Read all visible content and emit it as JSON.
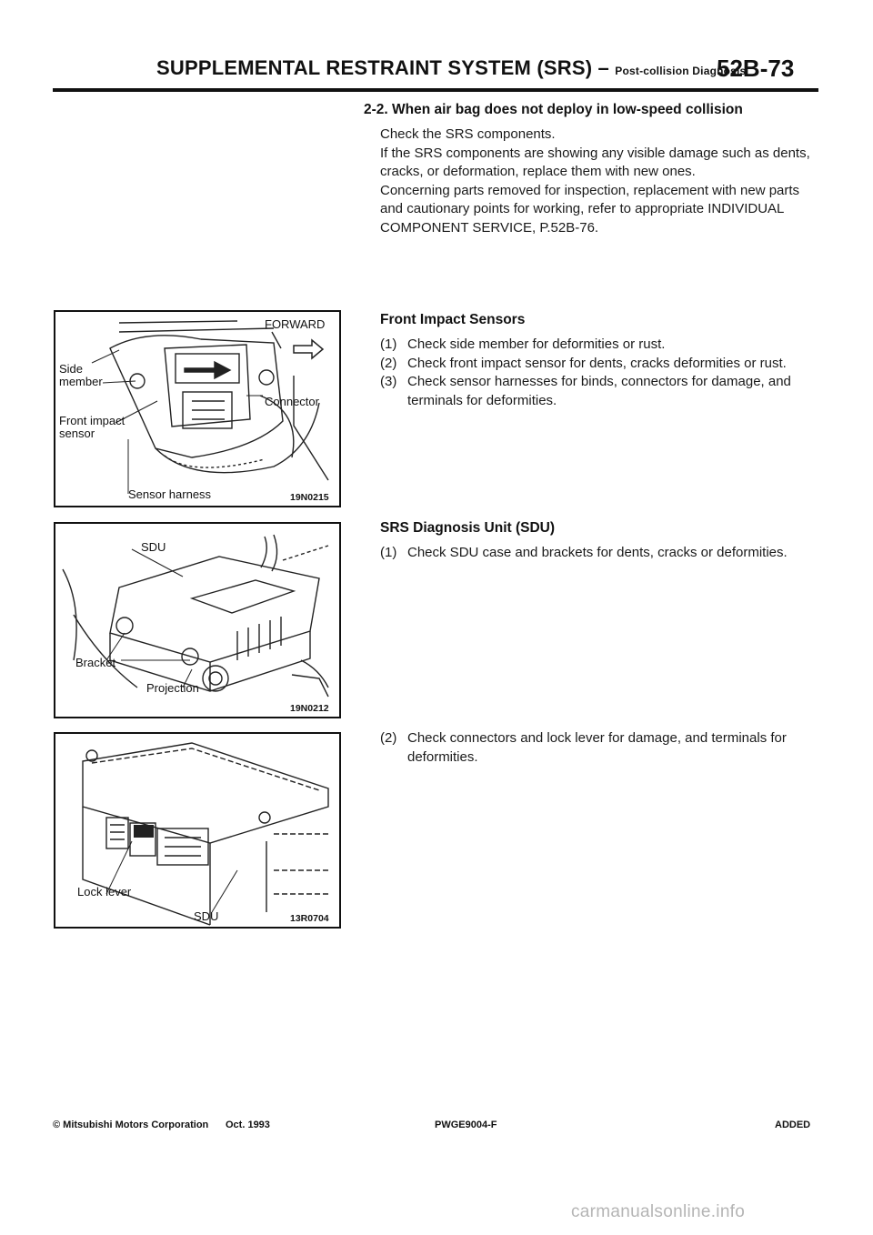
{
  "header": {
    "title": "SUPPLEMENTAL RESTRAINT SYSTEM (SRS) –",
    "subtitle": "Post-collision Diagnosis",
    "page_number": "52B-73"
  },
  "section": {
    "heading": "2-2.  When air bag does not deploy in low-speed collision",
    "paragraphs": [
      "Check the SRS components.",
      "If the SRS components are showing any visible damage such as dents, cracks, or deformation, replace them with new ones.",
      "Concerning parts removed for inspection, replacement with new parts and cautionary points for working, refer to appropriate INDIVIDUAL COMPONENT SERVICE, P.52B-76."
    ]
  },
  "front_impact": {
    "heading": "Front Impact Sensors",
    "items": [
      {
        "num": "(1)",
        "text": "Check side member for deformities or rust."
      },
      {
        "num": "(2)",
        "text": "Check front impact sensor for dents, cracks deformities or rust."
      },
      {
        "num": "(3)",
        "text": "Check sensor harnesses for binds, connectors for damage, and terminals for deformities."
      }
    ]
  },
  "sdu": {
    "heading": "SRS Diagnosis Unit (SDU)",
    "items": [
      {
        "num": "(1)",
        "text": "Check SDU case and brackets for dents, cracks or deformities."
      },
      {
        "num": "(2)",
        "text": "Check connectors and lock lever for damage, and terminals for deformities."
      }
    ]
  },
  "figures": {
    "fig1": {
      "labels": {
        "forward": "FORWARD",
        "side_member": "Side member",
        "connector": "Connector",
        "front_impact_sensor": "Front impact sensor",
        "sensor_harness": "Sensor harness"
      },
      "code": "19N0215"
    },
    "fig2": {
      "labels": {
        "sdu": "SDU",
        "bracket": "Bracket",
        "projection": "Projection"
      },
      "code": "19N0212"
    },
    "fig3": {
      "labels": {
        "lock_lever": "Lock lever",
        "sdu": "SDU"
      },
      "code": "13R0704"
    }
  },
  "footer": {
    "copyright": "© Mitsubishi Motors Corporation",
    "date": "Oct. 1993",
    "doc_code": "PWGE9004-F",
    "status": "ADDED"
  },
  "watermark": "carmanualsonline.info"
}
